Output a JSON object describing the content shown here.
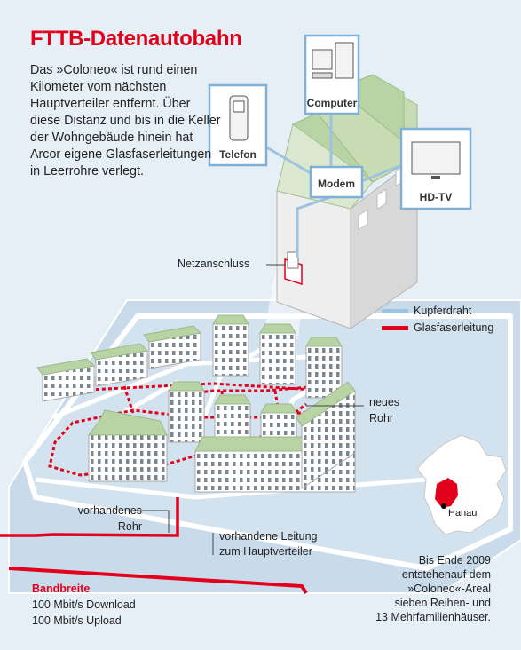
{
  "title": "FTTB-Datenautobahn",
  "intro": "Das »Coloneo« ist rund einen Kilometer vom nächsten Hauptverteiler entfernt. Über diese Distanz und bis in die Keller der Wohngebäude hinein hat Arcor eigene Glasfaserleitungen in Leerrohre verlegt.",
  "devices": {
    "computer": "Computer",
    "telefon": "Telefon",
    "modem": "Modem",
    "hdtv": "HD-TV"
  },
  "labels": {
    "netzanschluss": "Netzanschluss",
    "neues_rohr_1": "neues",
    "neues_rohr_2": "Rohr",
    "vorhandenes_rohr_1": "vorhandenes",
    "vorhandenes_rohr_2": "Rohr",
    "leitung_1": "vorhandene Leitung",
    "leitung_2": "zum Hauptverteiler"
  },
  "legend": [
    {
      "label": "Kupferdraht",
      "color": "#9ec3e0"
    },
    {
      "label": "Glasfaserleitung",
      "color": "#e2001a"
    }
  ],
  "bandwidth": {
    "title": "Bandbreite",
    "download": "100 Mbit/s Download",
    "upload": "100 Mbit/s Upload"
  },
  "map": {
    "city": "Hanau"
  },
  "note": {
    "line1": "Bis Ende 2009",
    "line2": "entstehenauf dem",
    "line3": "»Coloneo«-Areal",
    "line4": "sieben Reihen- und",
    "line5": "13 Mehrfamilienhäuser."
  },
  "colors": {
    "accent": "#e2001a",
    "copper": "#9ec3e0",
    "box_border": "#7fb0d8",
    "ground": "#c9daea",
    "roof": "#b9d4a4"
  }
}
